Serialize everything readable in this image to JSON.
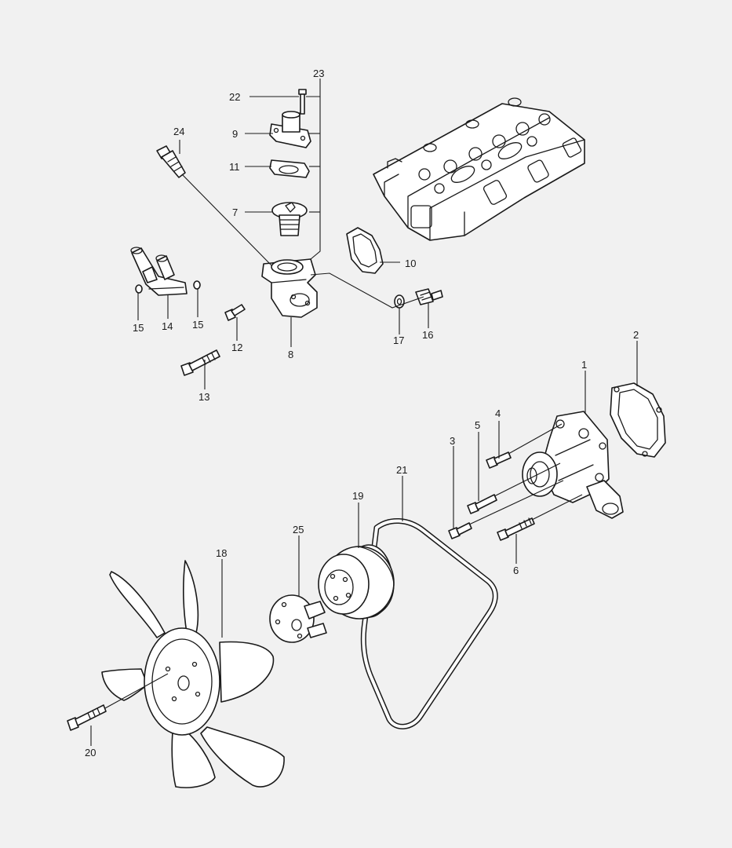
{
  "diagram": {
    "colors": {
      "background": "#f1f1f1",
      "line": "#1a1a1a",
      "part_fill": "#ffffff"
    },
    "callouts": {
      "c1": "1",
      "c2": "2",
      "c3": "3",
      "c4": "4",
      "c5": "5",
      "c6": "6",
      "c7": "7",
      "c8": "8",
      "c9": "9",
      "c10": "10",
      "c11": "11",
      "c12": "12",
      "c13": "13",
      "c14": "14",
      "c15a": "15",
      "c15b": "15",
      "c16": "16",
      "c17": "17",
      "c18": "18",
      "c19": "19",
      "c20": "20",
      "c21": "21",
      "c22": "22",
      "c23": "23",
      "c24": "24",
      "c25": "25"
    }
  }
}
